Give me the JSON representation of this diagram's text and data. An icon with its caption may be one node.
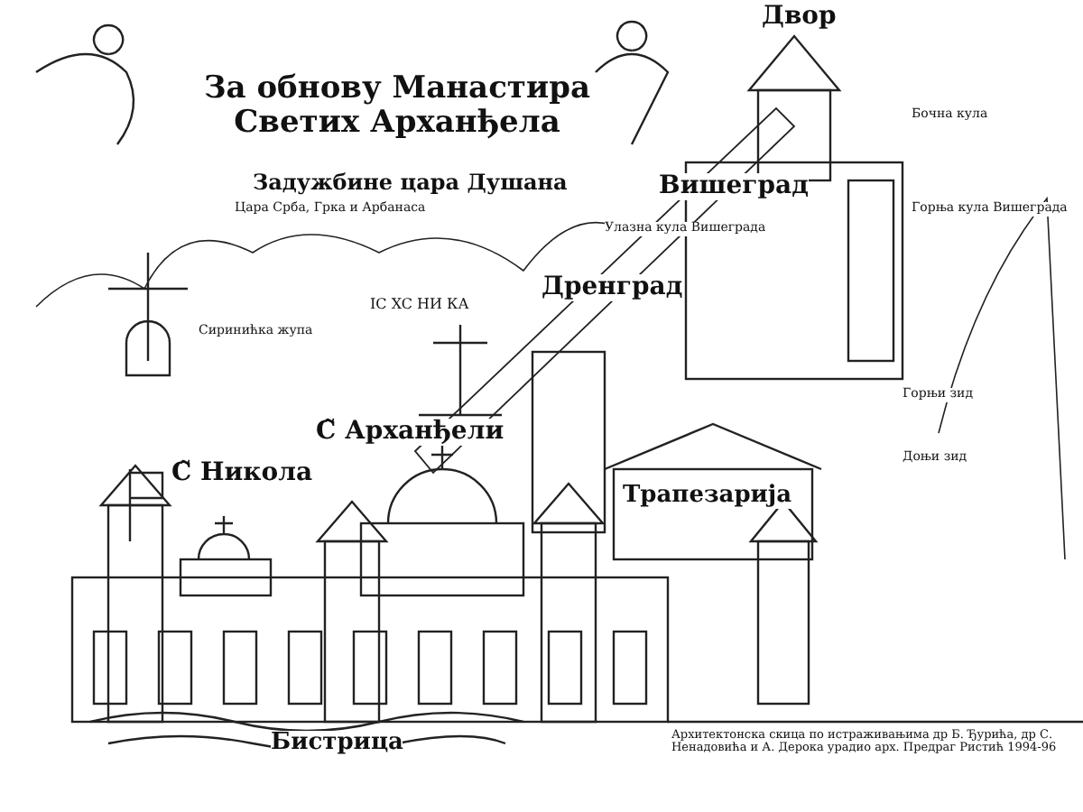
{
  "diagram": {
    "title": "За обнову Манастира Светих Арханђела",
    "labels": [
      "Задужбине цара Душана",
      "Цара Срба, Грка и Арбанаса",
      "Двор",
      "Вишеград",
      "Бочна кула",
      "Улазна кула Вишеграда",
      "Горња кула Вишеграда",
      "Дренград",
      "Сиринићка жупа",
      "IC XC НИ КА",
      "С̃ Арханђели",
      "С̃ Никола",
      "Горњи зид",
      "Доњи зид",
      "Трапезарија",
      "Бистрица"
    ],
    "caption": "Архитектонска скица по истраживањима др Б. Ђурића, др С. Ненадовића и А. Дерока урадио арх. Предраг Ристић 1994-96"
  }
}
